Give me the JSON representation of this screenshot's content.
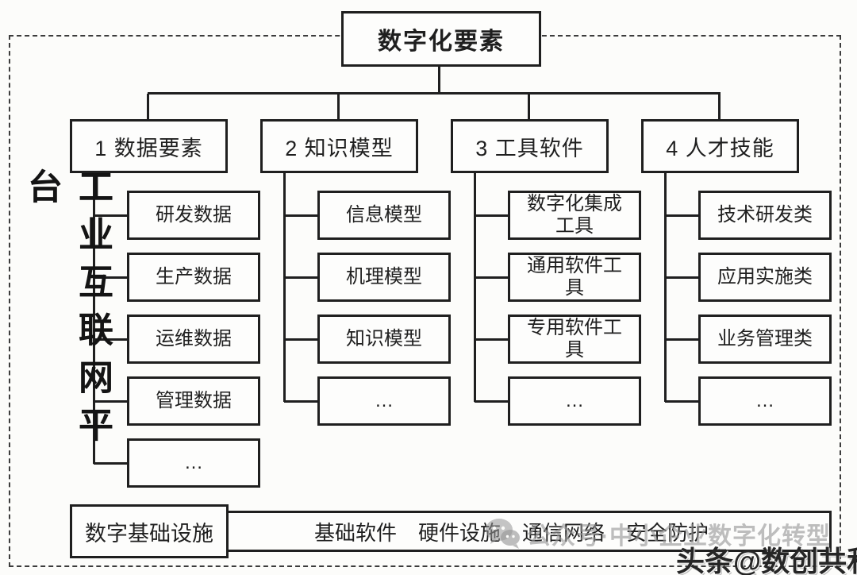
{
  "root": {
    "label": "数字化要素"
  },
  "platform_label": "工业互联网平台",
  "columns": [
    {
      "label": "1 数据要素",
      "children": [
        "研发数据",
        "生产数据",
        "运维数据",
        "管理数据",
        "…"
      ]
    },
    {
      "label": "2 知识模型",
      "children": [
        "信息模型",
        "机理模型",
        "知识模型",
        "…"
      ]
    },
    {
      "label": "3 工具软件",
      "children": [
        "数字化集成工具",
        "通用软件工具",
        "专用软件工具",
        "…"
      ]
    },
    {
      "label": "4 人才技能",
      "children": [
        "技术研发类",
        "应用实施类",
        "业务管理类",
        "…"
      ]
    }
  ],
  "infrastructure": {
    "label": "数字基础设施",
    "items": [
      "基础软件",
      "硬件设施",
      "通信网络",
      "安全防护"
    ]
  },
  "watermarks": {
    "wechat_icon": "wechat-icon",
    "wechat_text": "公众号·中小企业数字化转型",
    "toutiao_text": "头条@数创共和"
  },
  "colors": {
    "line": "#1f1f1f",
    "box_border": "#1f1f1f",
    "background": "#fcfcfa",
    "watermark_gray": "#969696",
    "watermark_dark": "#262626"
  }
}
